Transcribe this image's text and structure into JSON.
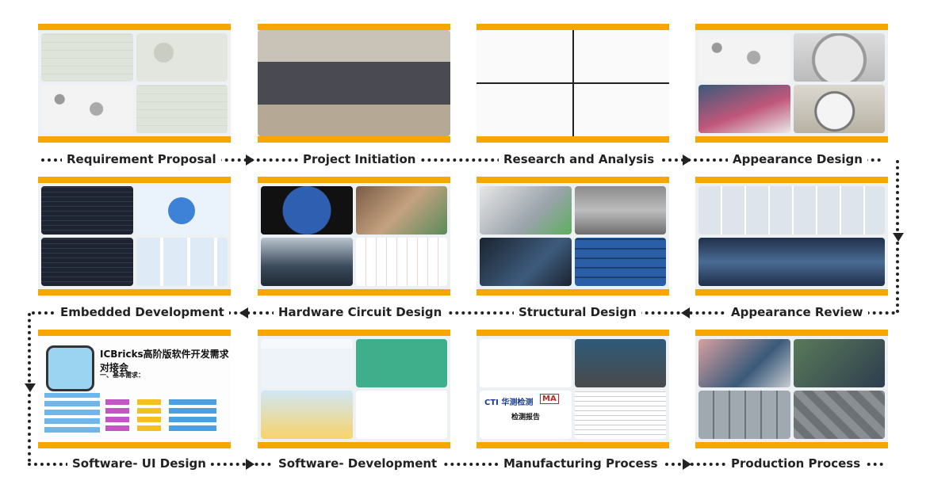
{
  "stages": [
    {
      "label": "Requirement Proposal"
    },
    {
      "label": "Project Initiation"
    },
    {
      "label": "Research and Analysis"
    },
    {
      "label": "Appearance Design"
    },
    {
      "label": "Appearance Review"
    },
    {
      "label": "Structural Design"
    },
    {
      "label": "Hardware Circuit Design"
    },
    {
      "label": "Embedded Development"
    },
    {
      "label": "Software- UI Design"
    },
    {
      "label": "Software- Development"
    },
    {
      "label": "Manufacturing Process"
    },
    {
      "label": "Production Process"
    }
  ],
  "ui_card": {
    "title": "ICBricks高阶版软件开发需求对接会",
    "section": "一、基本需求："
  },
  "cert_card": {
    "brand": "CTI 华测检测",
    "report": "检测报告",
    "ma": "MA"
  },
  "colors": {
    "accent": "#f7a600",
    "arrow": "#222222"
  }
}
